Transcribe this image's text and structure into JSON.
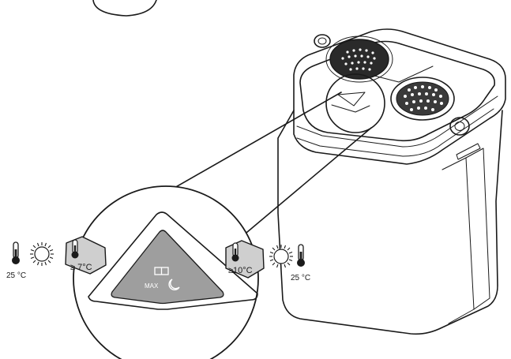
{
  "labels": {
    "left_temp": "25 °C",
    "left_badge": "≥ 7°C",
    "right_badge": "≥10°C",
    "right_temp": "25 °C",
    "panel_text": "MAX"
  },
  "icons": {
    "thermometer": "thermometer-icon",
    "sun": "sun-icon",
    "moon": "moon-icon",
    "mode": "mode-indicator-icon"
  },
  "colors": {
    "line": "#1a1a1a",
    "panel_fill": "#9e9e9e",
    "panel_text": "#ffffff",
    "background": "#ffffff"
  }
}
